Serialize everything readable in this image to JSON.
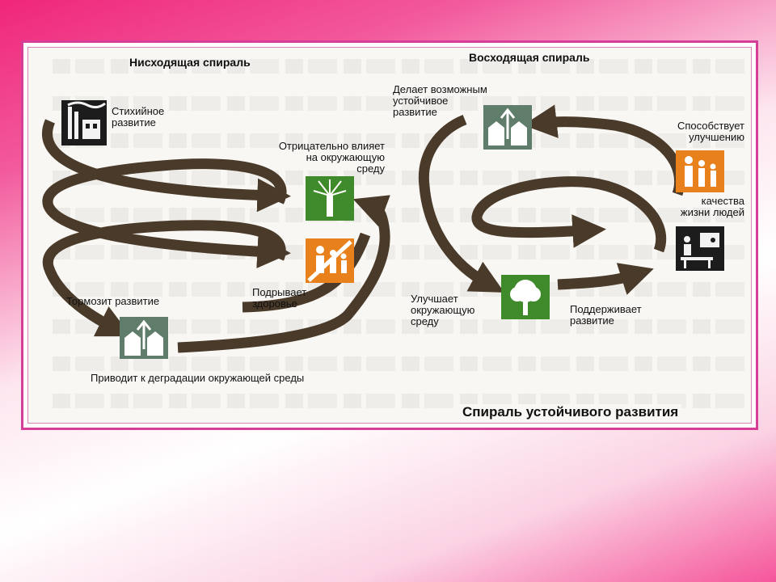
{
  "diagram": {
    "caption": "Спираль устойчивого развития",
    "descending": {
      "title": "Нисходящая спираль",
      "spontaneous": "Стихийное\nразвитие",
      "env_negative": "Отрицательно влияет\nна окружающую\nсреду",
      "undermines_health": "Подрывает\nздоровье",
      "hinders": "Тормозит развитие",
      "degradation": "Приводит к деградации окружающей среды"
    },
    "ascending": {
      "title": "Восходящая спираль",
      "enables": "Делает возможным\nустойчивое\nразвитие",
      "promotes": "Способствует\nулучшению",
      "quality": "качества\nжизни людей",
      "improves_env": "Улучшает\nокружающую\nсреду",
      "supports": "Поддерживает\nразвитие"
    }
  },
  "colors": {
    "arrow": "#4a3a2a",
    "green": "#3f8a2a",
    "orange": "#e8801c",
    "gray_green": "#5f7d6a",
    "frame": "#d63f97"
  },
  "icons": [
    "factory-icon",
    "tree-broken-icon",
    "people-crossed-icon",
    "houses-icon",
    "people-icon",
    "tree-icon",
    "classroom-icon"
  ]
}
